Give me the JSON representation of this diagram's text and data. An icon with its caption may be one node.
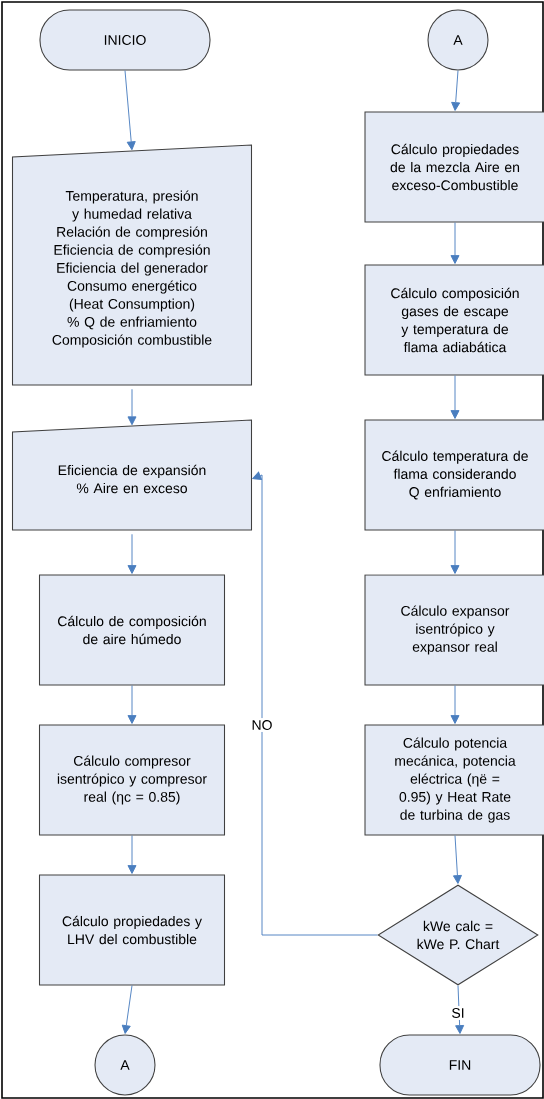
{
  "diagram": {
    "nodes": [
      {
        "text": [
          "INICIO"
        ]
      },
      {
        "text": [
          "Temperatura, presión y humedad relativa",
          "Relación de compresión",
          "Eficiencia de compresión",
          "Eficiencia del generador",
          "Consumo energético (Heat Consumption)",
          "% Q de enfriamiento",
          "Composición combustible"
        ]
      },
      {
        "text": [
          "Eficiencia de expansión",
          "% Aire en exceso"
        ]
      },
      {
        "text": [
          "Cálculo de composición de aire húmedo"
        ]
      },
      {
        "text": [
          "Cálculo compresor isentrópico y compresor real (ηc = 0.85)"
        ]
      },
      {
        "text": [
          "Cálculo propiedades y LHV del combustible"
        ]
      },
      {
        "text": [
          "A"
        ]
      },
      {
        "text": [
          "A"
        ]
      },
      {
        "text": [
          "Cálculo propiedades de la mezcla Aire en exceso-Combustible"
        ]
      },
      {
        "text": [
          "Cálculo composición gases de escape y temperatura de flama adiabática"
        ]
      },
      {
        "text": [
          "Cálculo temperatura de flama considerando Q enfriamiento"
        ]
      },
      {
        "text": [
          "Cálculo expansor isentrópico y expansor real"
        ]
      },
      {
        "text": [
          "Cálculo potencia mecánica, potencia eléctrica (ηë = 0.95) y Heat Rate de turbina de gas"
        ]
      },
      {
        "text": [
          "kWe calc = kWe P. Chart"
        ]
      },
      {
        "text": [
          "FIN"
        ]
      }
    ],
    "edges": [
      {
        "from": 0,
        "to": 1,
        "arrow": "to"
      },
      {
        "from": 1,
        "to": 2,
        "arrow": "to"
      },
      {
        "from": 2,
        "to": 3,
        "arrow": "to"
      },
      {
        "from": 3,
        "to": 4,
        "arrow": "to"
      },
      {
        "from": 4,
        "to": 5,
        "arrow": "to"
      },
      {
        "from": 5,
        "to": 6,
        "arrow": "to"
      },
      {
        "from": 7,
        "to": 8,
        "arrow": "to"
      },
      {
        "from": 8,
        "to": 9,
        "arrow": "to"
      },
      {
        "from": 9,
        "to": 10,
        "arrow": "to"
      },
      {
        "from": 10,
        "to": 11,
        "arrow": "to"
      },
      {
        "from": 11,
        "to": 12,
        "arrow": "to"
      },
      {
        "from": 12,
        "to": 13,
        "arrow": "to"
      },
      {
        "from": 13,
        "to": 14,
        "arrow": "to",
        "label": "SI"
      },
      {
        "from": 13,
        "to": 2,
        "arrow": "to",
        "label": "NO"
      }
    ]
  }
}
